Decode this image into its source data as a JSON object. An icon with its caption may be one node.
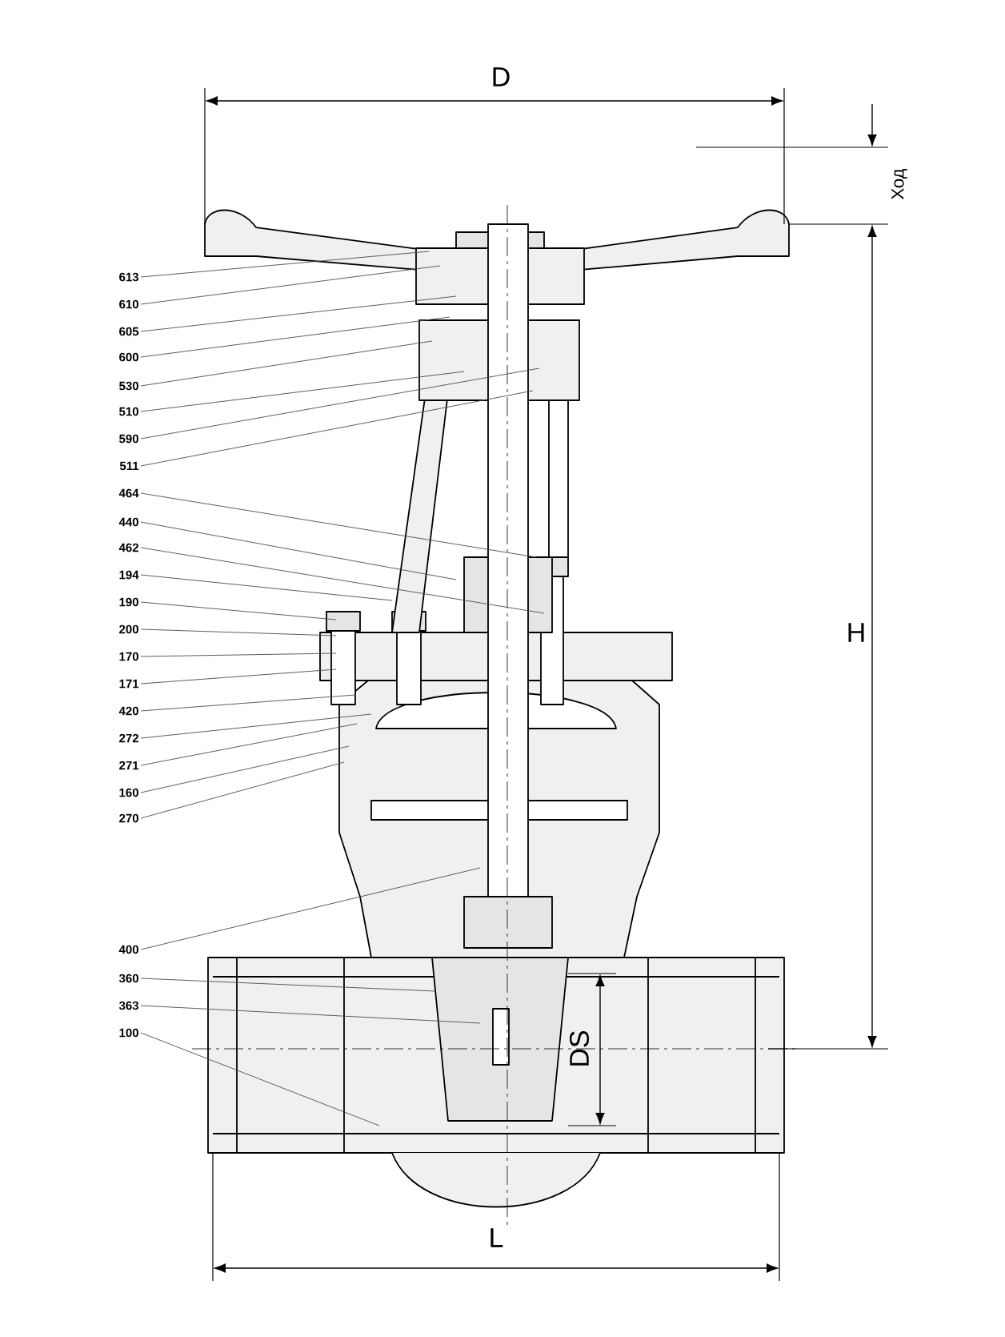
{
  "diagram": {
    "nodes": [
      {
        "text": [
          "613"
        ]
      },
      {
        "text": [
          "610"
        ]
      },
      {
        "text": [
          "605"
        ]
      },
      {
        "text": [
          "600"
        ]
      },
      {
        "text": [
          "530"
        ]
      },
      {
        "text": [
          "510"
        ]
      },
      {
        "text": [
          "590"
        ]
      },
      {
        "text": [
          "511"
        ]
      },
      {
        "text": [
          "464"
        ]
      },
      {
        "text": [
          "440"
        ]
      },
      {
        "text": [
          "462"
        ]
      },
      {
        "text": [
          "194"
        ]
      },
      {
        "text": [
          "190"
        ]
      },
      {
        "text": [
          "200"
        ]
      },
      {
        "text": [
          "170"
        ]
      },
      {
        "text": [
          "171"
        ]
      },
      {
        "text": [
          "420"
        ]
      },
      {
        "text": [
          "272"
        ]
      },
      {
        "text": [
          "271"
        ]
      },
      {
        "text": [
          "160"
        ]
      },
      {
        "text": [
          "270"
        ]
      },
      {
        "text": [
          "400"
        ]
      },
      {
        "text": [
          "360"
        ]
      },
      {
        "text": [
          "363"
        ]
      },
      {
        "text": [
          "100"
        ]
      }
    ],
    "edges": [
      {
        "from": 0,
        "to": null,
        "arrow": "none"
      },
      {
        "from": 1,
        "to": null,
        "arrow": "none"
      },
      {
        "from": 2,
        "to": null,
        "arrow": "none"
      },
      {
        "from": 3,
        "to": null,
        "arrow": "none"
      },
      {
        "from": 4,
        "to": null,
        "arrow": "none"
      },
      {
        "from": 5,
        "to": null,
        "arrow": "none"
      },
      {
        "from": 6,
        "to": null,
        "arrow": "none"
      },
      {
        "from": 7,
        "to": null,
        "arrow": "none"
      },
      {
        "from": 8,
        "to": null,
        "arrow": "none"
      },
      {
        "from": 9,
        "to": null,
        "arrow": "none"
      },
      {
        "from": 10,
        "to": null,
        "arrow": "none"
      },
      {
        "from": 11,
        "to": null,
        "arrow": "none"
      },
      {
        "from": 12,
        "to": null,
        "arrow": "none"
      },
      {
        "from": 13,
        "to": null,
        "arrow": "none"
      },
      {
        "from": 14,
        "to": null,
        "arrow": "none"
      },
      {
        "from": 15,
        "to": null,
        "arrow": "none"
      },
      {
        "from": 16,
        "to": null,
        "arrow": "none"
      },
      {
        "from": 17,
        "to": null,
        "arrow": "none"
      },
      {
        "from": 18,
        "to": null,
        "arrow": "none"
      },
      {
        "from": 19,
        "to": null,
        "arrow": "none"
      },
      {
        "from": 20,
        "to": null,
        "arrow": "none"
      },
      {
        "from": 21,
        "to": null,
        "arrow": "none"
      },
      {
        "from": 22,
        "to": null,
        "arrow": "none"
      },
      {
        "from": 23,
        "to": null,
        "arrow": "none"
      },
      {
        "from": 24,
        "to": null,
        "arrow": "none"
      }
    ],
    "labels": [
      "D",
      "Ход",
      "H",
      "DS",
      "L"
    ]
  }
}
